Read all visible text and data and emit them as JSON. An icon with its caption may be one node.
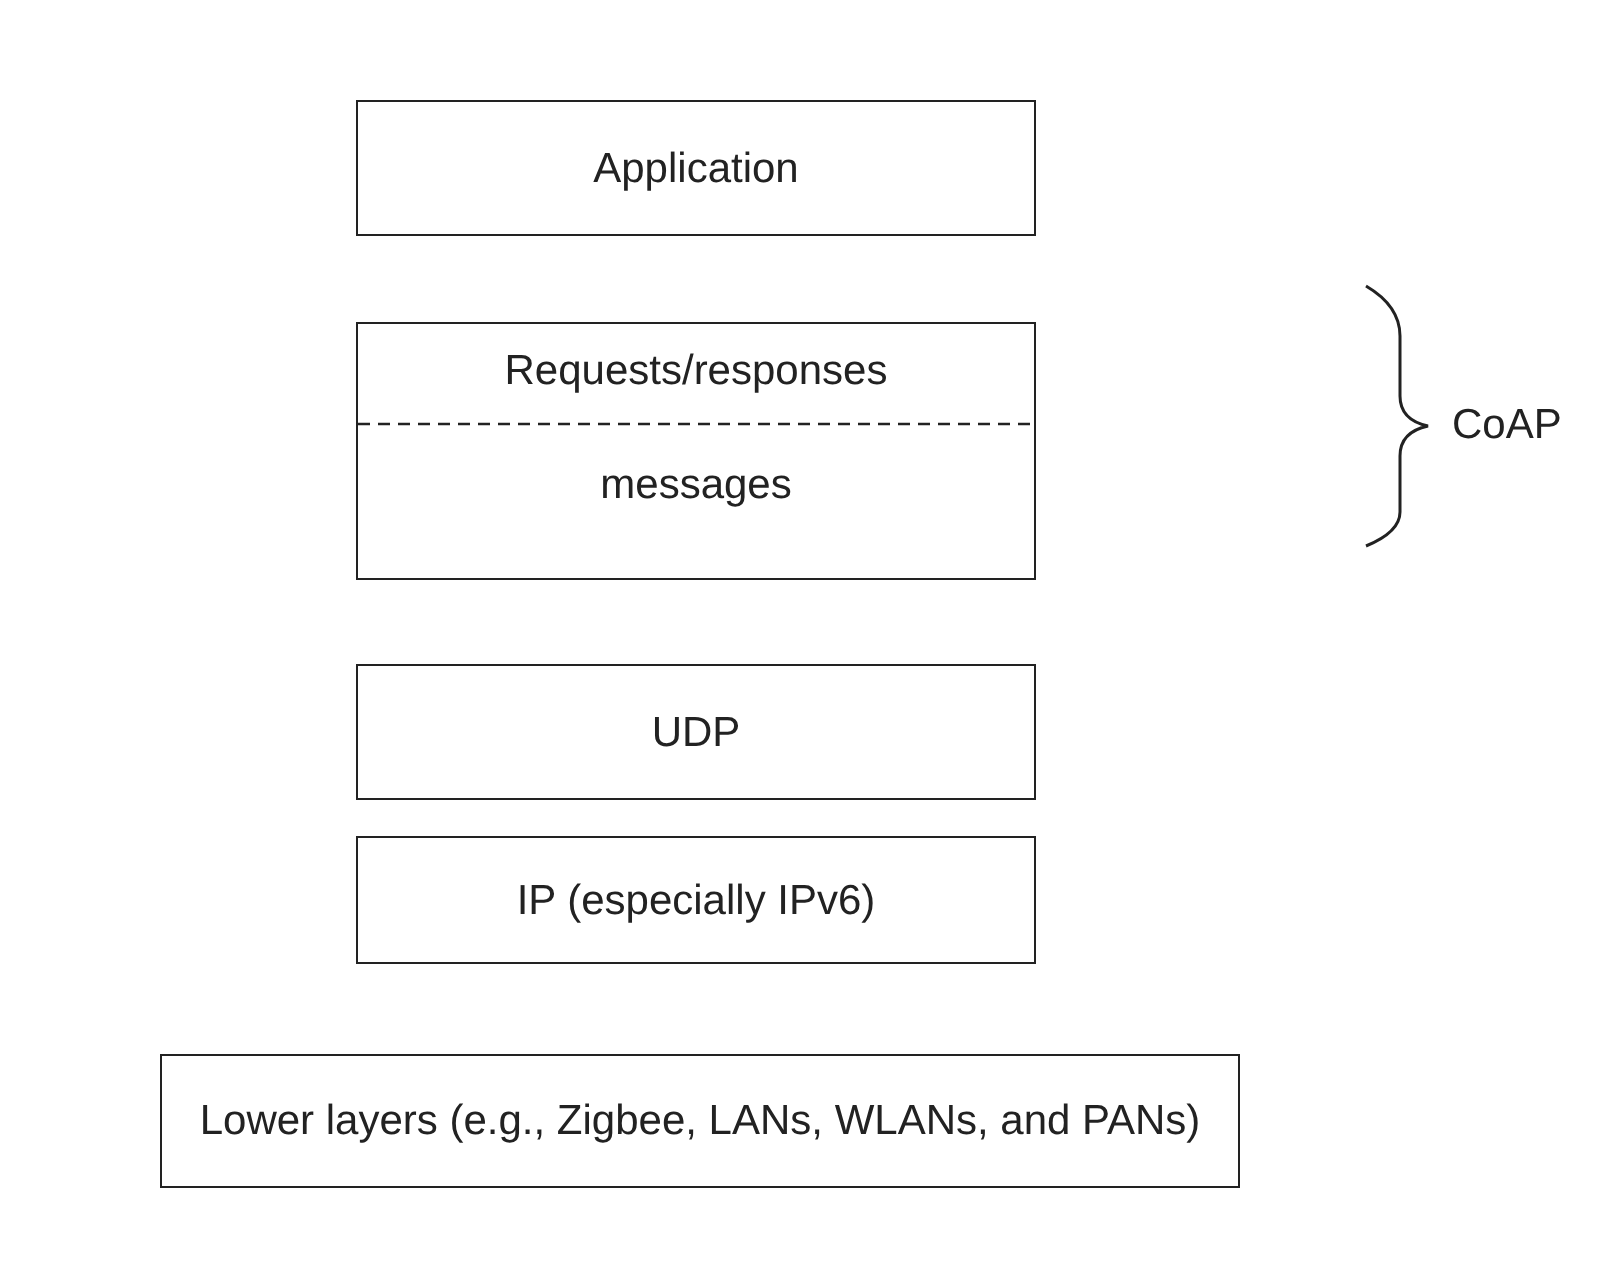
{
  "diagram": {
    "nodes": [
      {
        "text": [
          "Application"
        ]
      },
      {
        "text": [
          "Requests/responses",
          "messages"
        ]
      },
      {
        "text": [
          "UDP"
        ]
      },
      {
        "text": [
          "IP (especially IPv6)"
        ]
      },
      {
        "text": [
          "Lower layers (e.g., Zigbee, LANs, WLANs, and PANs)"
        ]
      }
    ],
    "labels": [
      "CoAP"
    ]
  }
}
